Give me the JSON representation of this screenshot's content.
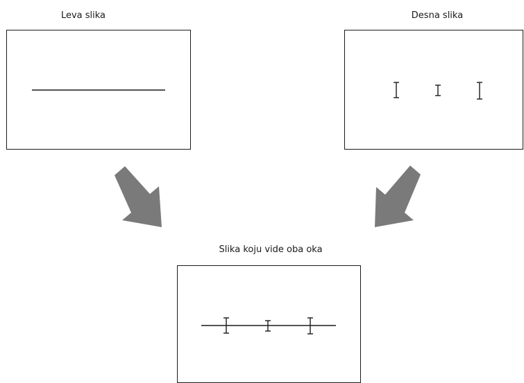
{
  "labels": {
    "left": "Leva slika",
    "right": "Desna slika",
    "bottom": "Slika koju vide oba oka"
  },
  "colors": {
    "stroke": "#1a1a1a",
    "arrow": "#7a7a7a"
  }
}
